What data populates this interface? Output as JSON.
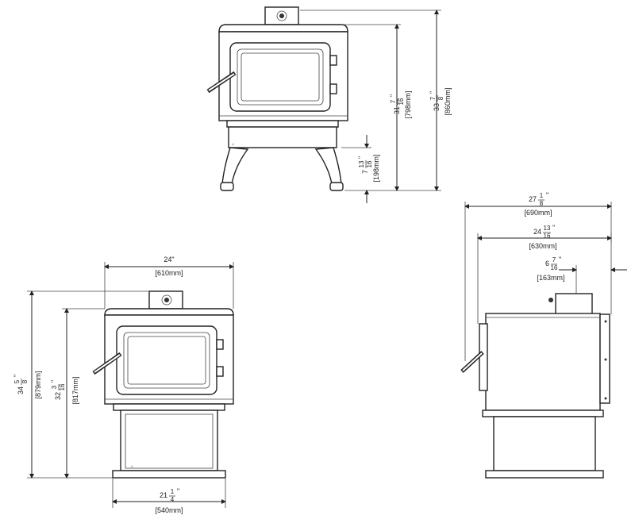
{
  "views": {
    "top": {
      "height_overall": {
        "whole": "33",
        "num": "7",
        "den": "8",
        "unit": "\"",
        "mm": "[860mm]"
      },
      "height_door": {
        "whole": "31",
        "num": "7",
        "den": "16",
        "unit": "\"",
        "mm": "[798mm]"
      },
      "height_leg": {
        "whole": "7",
        "num": "13",
        "den": "16",
        "unit": "\"",
        "mm": "[198mm]"
      }
    },
    "front": {
      "width_top": {
        "whole": "24\"",
        "mm": "[610mm]"
      },
      "width_base": {
        "whole": "21",
        "num": "1",
        "den": "4",
        "unit": "\"",
        "mm": "[540mm]"
      },
      "height_overall": {
        "whole": "34",
        "num": "5",
        "den": "8",
        "unit": "\"",
        "mm": "[879mm]"
      },
      "height_top": {
        "whole": "32",
        "num": "3",
        "den": "16",
        "unit": "\"",
        "mm": "[817mm]"
      }
    },
    "side": {
      "depth_overall": {
        "whole": "27",
        "num": "1",
        "den": "8",
        "unit": "\"",
        "mm": "[690mm]"
      },
      "depth_body": {
        "whole": "24",
        "num": "13",
        "den": "16",
        "unit": "\"",
        "mm": "[630mm]"
      },
      "flue_offset": {
        "whole": "6",
        "num": "7",
        "den": "16",
        "unit": "\"",
        "mm": "[163mm]"
      }
    }
  }
}
